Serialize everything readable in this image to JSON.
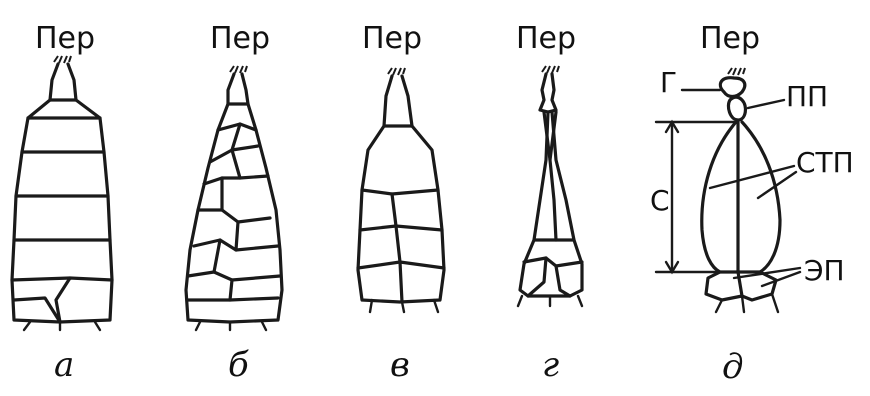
{
  "figure": {
    "panels": [
      {
        "id": "a",
        "top_label": "Пер",
        "bottom_label": "а"
      },
      {
        "id": "b",
        "top_label": "Пер",
        "bottom_label": "б"
      },
      {
        "id": "v",
        "top_label": "Пер",
        "bottom_label": "в"
      },
      {
        "id": "g",
        "top_label": "Пер",
        "bottom_label": "г"
      },
      {
        "id": "d",
        "top_label": "Пер",
        "bottom_label": "д"
      }
    ],
    "annotations": {
      "g_label": "Г",
      "pp_label": "ПП",
      "stp_label": "СТП",
      "c_label": "С",
      "ep_label": "ЭП"
    }
  }
}
